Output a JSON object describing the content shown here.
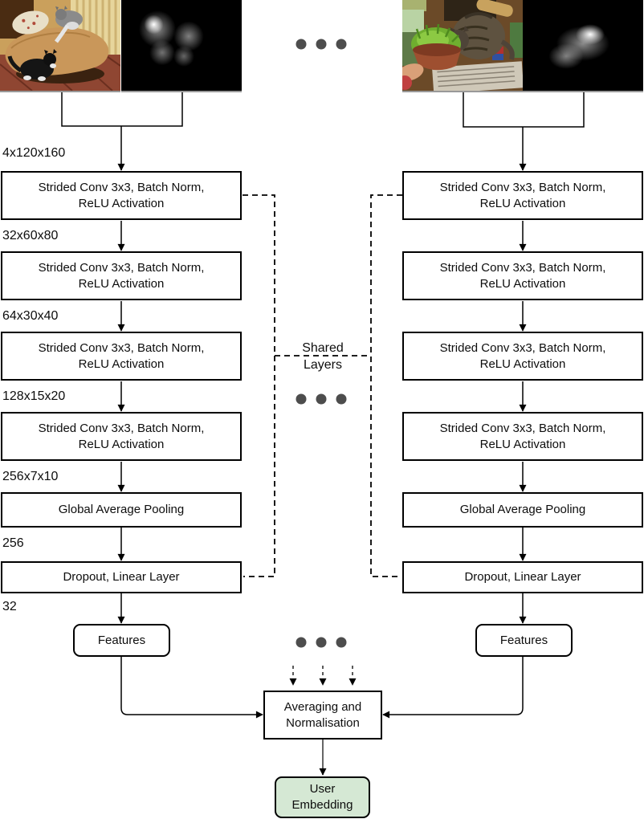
{
  "diagram": {
    "dim_labels": [
      "4x120x160",
      "32x60x80",
      "64x30x40",
      "128x15x20",
      "256x7x10",
      "256",
      "32"
    ],
    "boxes": {
      "conv": {
        "line1": "Strided Conv 3x3, Batch Norm,",
        "line2": "ReLU Activation"
      },
      "gap": "Global Average Pooling",
      "dropout": "Dropout, Linear Layer",
      "features": "Features",
      "averaging": {
        "line1": "Averaging and",
        "line2": "Normalisation"
      },
      "embedding": {
        "line1": "User",
        "line2": "Embedding"
      }
    },
    "shared": {
      "line1": "Shared",
      "line2": "Layers"
    },
    "images": {
      "left_photo": "cats-on-chaise-photo",
      "left_saliency": "saliency-heatmap",
      "right_photo": "cat-eating-grass-photo",
      "right_saliency": "saliency-heatmap"
    },
    "icons": {
      "ellipsis": "• • •"
    },
    "colors": {
      "embedding_fill": "#d5e8d4",
      "box_border": "#000000",
      "dot": "#4d4d4d",
      "arrow_gray": "#666666",
      "image_underline": "#999999"
    }
  }
}
